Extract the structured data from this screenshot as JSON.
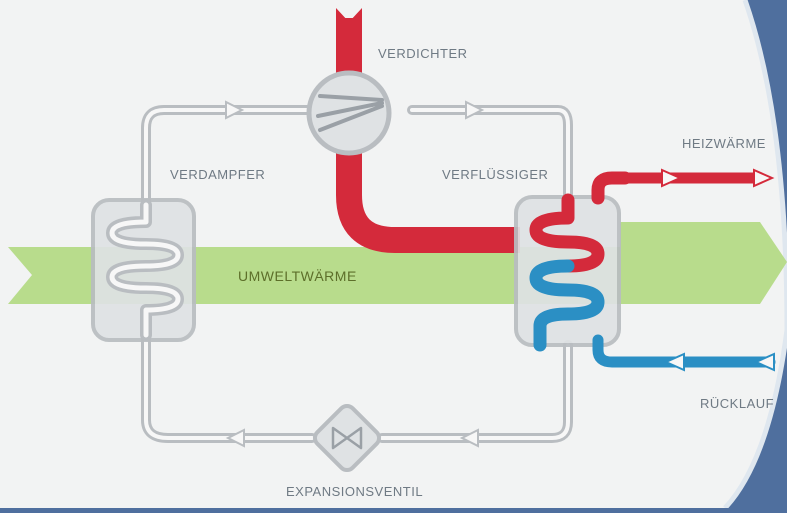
{
  "labels": {
    "compressor": "VERDICHTER",
    "evaporator": "VERDAMPFER",
    "condenser": "VERFLÜSSIGER",
    "heat_output": "HEIZWÄRME",
    "ambient_heat": "UMWELTWÄRME",
    "return_flow": "RÜCKLAUF",
    "expansion_valve": "EXPANSIONSVENTIL"
  },
  "colors": {
    "refrigerant_hot": "#d42a3b",
    "water_cold": "#2b8fc4",
    "ambient_band": "#b8dc8c",
    "pipe": "#b9bdc1",
    "unit_fill": "#dfe2e4"
  }
}
